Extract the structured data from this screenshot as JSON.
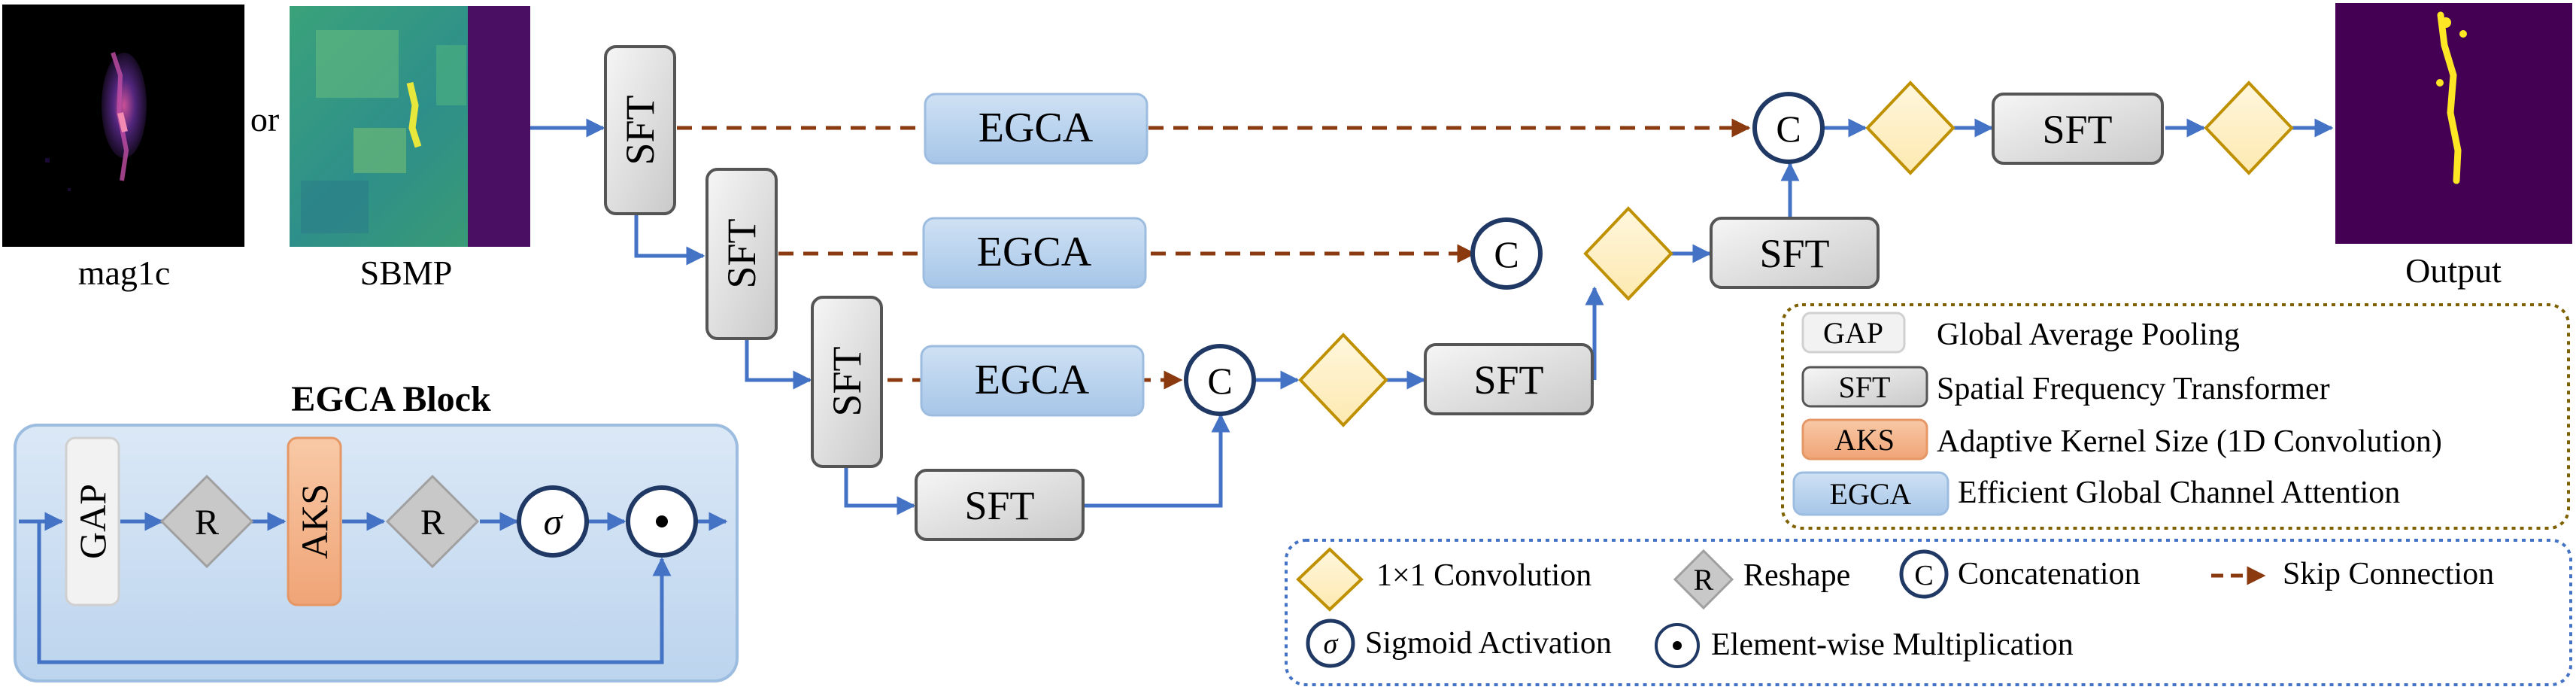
{
  "inputs": {
    "image1_label": "mag1c",
    "or_text": "or",
    "image2_label": "SBMP",
    "output_label": "Output"
  },
  "encoder": {
    "sft1": "SFT",
    "sft2": "SFT",
    "sft3": "SFT",
    "sft4": "SFT"
  },
  "attention": {
    "egca1": "EGCA",
    "egca2": "EGCA",
    "egca3": "EGCA"
  },
  "decoder": {
    "concat1": "C",
    "concat2": "C",
    "concat3": "C",
    "sft_a": "SFT",
    "sft_b": "SFT",
    "sft_c": "SFT"
  },
  "egca_block": {
    "title": "EGCA Block",
    "gap": "GAP",
    "reshape1": "R",
    "aks": "AKS",
    "reshape2": "R",
    "sigma": "σ",
    "dot": "⊙"
  },
  "legend_modules": {
    "items": [
      {
        "key": "GAP",
        "desc": "Global Average Pooling"
      },
      {
        "key": "SFT",
        "desc": "Spatial Frequency Transformer"
      },
      {
        "key": "AKS",
        "desc": "Adaptive Kernel Size (1D Convolution)"
      },
      {
        "key": "EGCA",
        "desc": "Efficient Global Channel Attention"
      }
    ]
  },
  "legend_ops": {
    "conv": "1×1 Convolution",
    "reshape_key": "R",
    "reshape": "Reshape",
    "concat_key": "C",
    "concat": "Concatenation",
    "skip": "Skip Connection",
    "sigma_key": "σ",
    "sigmoid": "Sigmoid Activation",
    "mult": "Element-wise Multiplication"
  },
  "colors": {
    "arrow_blue": "#4472c4",
    "skip_brown": "#8b3a0f",
    "egca_fill": "#b4d0ec",
    "aks_fill": "#f4b183",
    "conv_fill": "#fff2cc",
    "conv_stroke": "#bf9000",
    "sft_fill": "#e0e0e0",
    "panel_fill": "#cfe0f3",
    "output_bg": "#440154",
    "legend_border_gold": "#7f6000",
    "legend_border_blue": "#4472c4"
  }
}
